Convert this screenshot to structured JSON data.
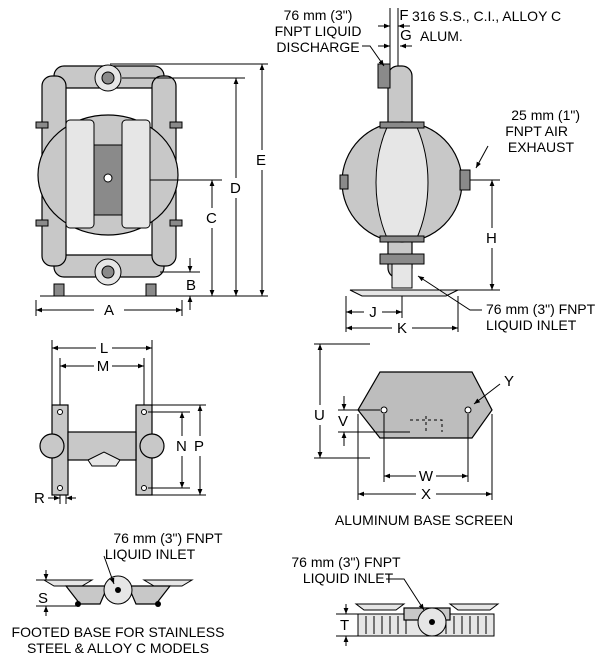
{
  "front_view": {
    "dims": {
      "a": "A",
      "b": "B",
      "c": "C",
      "d": "D",
      "e": "E"
    }
  },
  "side_view": {
    "discharge_label": [
      "76 mm (3\")",
      "FNPT LIQUID",
      "DISCHARGE"
    ],
    "material_f": "316 S.S., C.I., ALLOY C",
    "material_g": "ALUM.",
    "air_exhaust_label": [
      "25 mm  (1\")",
      "FNPT AIR",
      "EXHAUST"
    ],
    "inlet_label": [
      "76 mm  (3\") FNPT",
      "LIQUID INLET"
    ],
    "dims": {
      "f": "F",
      "g": "G",
      "h": "H",
      "j": "J",
      "k": "K"
    }
  },
  "footed_base_top": {
    "dims": {
      "l": "L",
      "m": "M",
      "n": "N",
      "p": "P",
      "r": "R"
    }
  },
  "aluminum_base": {
    "caption": "ALUMINUM BASE SCREEN",
    "dims": {
      "u": "U",
      "v": "V",
      "w": "W",
      "x": "X",
      "y": "Y"
    }
  },
  "footed_base_side": {
    "inlet_label": [
      "76 mm  (3\") FNPT",
      "LIQUID INLET"
    ],
    "dim_s": "S",
    "caption": [
      "FOOTED BASE FOR STAINLESS",
      "STEEL & ALLOY C MODELS"
    ]
  },
  "screen_base_side": {
    "inlet_label": [
      "76 mm (3\") FNPT",
      "LIQUID INLET"
    ],
    "dim_t": "T"
  }
}
